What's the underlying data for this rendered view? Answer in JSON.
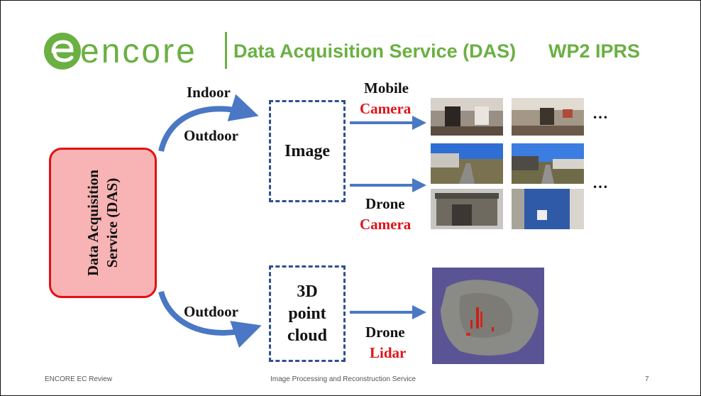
{
  "header": {
    "logo_text": "encore",
    "title": "Data Acquisition Service (DAS)",
    "tag": "WP2 IPRS"
  },
  "diagram": {
    "das_label": "Data Acquisition Service (DAS)",
    "image_box": "Image",
    "pointcloud_box_lines": [
      "3D",
      "point",
      "cloud"
    ],
    "branch_labels": {
      "indoor": "Indoor",
      "outdoor_top": "Outdoor",
      "outdoor_bottom": "Outdoor"
    },
    "sources": {
      "mobile_line1": "Mobile",
      "mobile_line2": "Camera",
      "drone_cam_line1": "Drone",
      "drone_cam_line2": "Camera",
      "drone_lidar_line1": "Drone",
      "drone_lidar_line2": "Lidar"
    },
    "ellipsis": "…",
    "colors": {
      "accent_green": "#6ab042",
      "arrow_blue": "#4a78c4",
      "das_fill": "#f8b4b4",
      "das_border": "#e40f14",
      "dashed_border": "#2f4f8f",
      "highlight_red": "#e1131a"
    }
  },
  "footer": {
    "left": "ENCORE EC Review",
    "center": "Image Processing and Reconstruction Service",
    "page": "7"
  }
}
